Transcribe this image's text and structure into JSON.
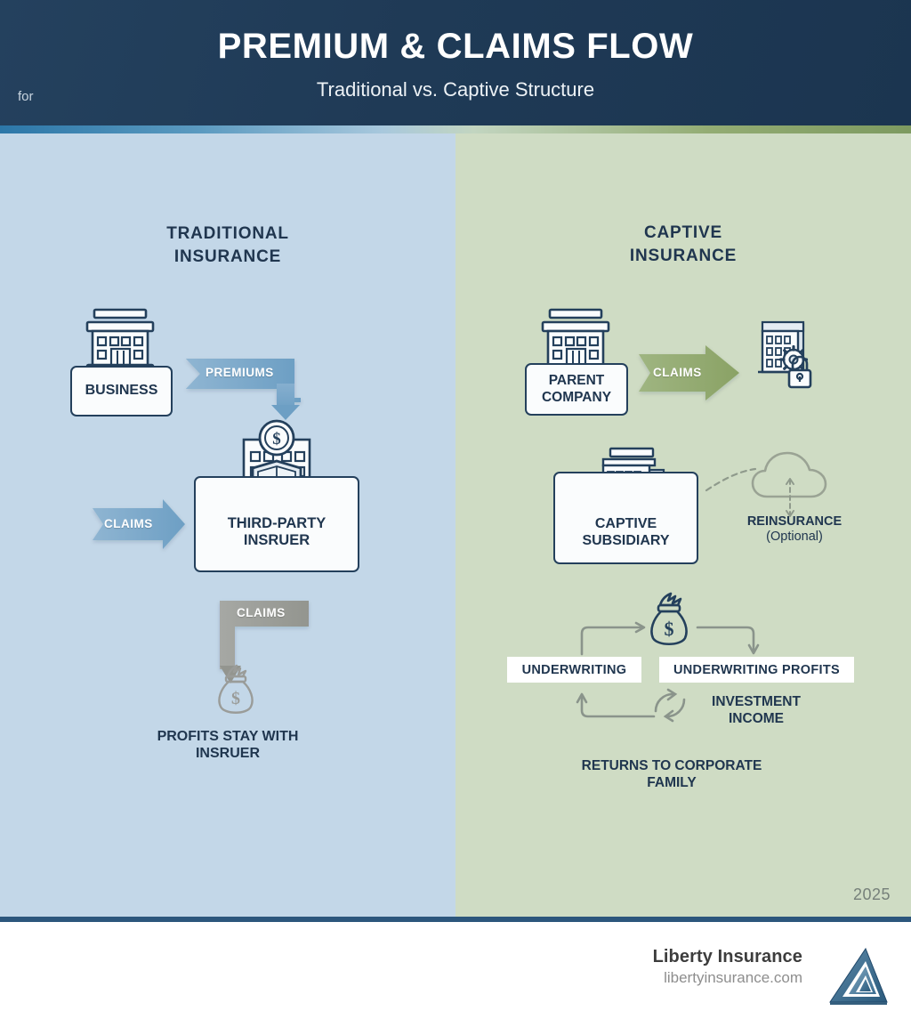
{
  "header": {
    "title": "PREMIUM & CLAIMS FLOW",
    "subtitle": "Traditional vs. Captive Structure",
    "for_label": "for"
  },
  "colors": {
    "header_bg": "#1f3a56",
    "left_panel_bg": "#c3d7e8",
    "right_panel_bg": "#cfdcc4",
    "ink": "#20364f",
    "blue_arrow": "#7ba9cb",
    "green_arrow": "#93ab70",
    "gray_arrow": "#9a9c99",
    "brand_blue": "#2c567c"
  },
  "left_panel": {
    "heading_line1": "TRADITIONAL",
    "heading_line2": "INSURANCE",
    "business_box": "BUSINESS",
    "premiums_arrow": "PREMIUMS",
    "claims_arrow": "CLAIMS",
    "insurer_box_line1": "THIRD-PARTY",
    "insurer_box_line2": "INSRUER",
    "profit_claims_arrow": "CLAIMS",
    "profits_label_line1": "PROFITS STAY WITH",
    "profits_label_line2": "INSRUER"
  },
  "right_panel": {
    "heading_line1": "CAPTIVE",
    "heading_line2": "INSURANCE",
    "parent_box_line1": "PARENT",
    "parent_box_line2": "COMPANY",
    "claims_arrow": "CLAIMS",
    "captive_box_line1": "CAPTIVE",
    "captive_box_line2": "SUBSIDIARY",
    "reinsurance_line1": "REINSURANCE",
    "reinsurance_line2": "(Optional)",
    "cycle_chip_left": "UNDERWRITING",
    "cycle_chip_right": "UNDERWRITING PROFITS",
    "investment_line1": "INVESTMENT",
    "investment_line2": "INCOME",
    "returns_line1": "RETURNS TO CORPORATE",
    "returns_line2": "FAMILY"
  },
  "year": "2025",
  "footer": {
    "company": "Liberty Insurance",
    "website": "libertyinsurance.com"
  },
  "icons": {
    "business_building": "office-building-icon",
    "insurer_building": "bank-shield-coin-icon",
    "money_bag": "money-bag-icon",
    "parent_building": "office-building-icon",
    "claims_processing": "building-gear-lock-icon",
    "captive_building": "office-tower-icon",
    "reinsurance_cloud": "cloud-icon",
    "recycle": "recycle-arrows-icon",
    "logo": "liberty-triangle-logo"
  }
}
